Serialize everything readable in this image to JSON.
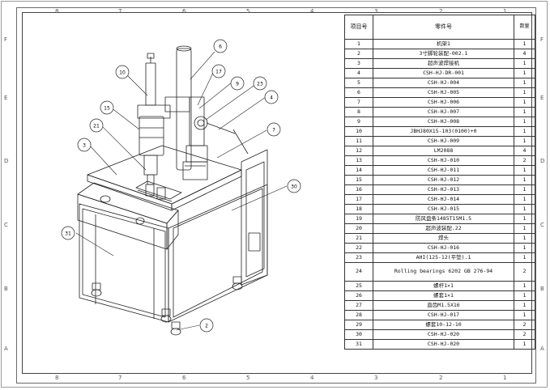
{
  "sheet": {
    "top_zones": [
      "8",
      "7",
      "6",
      "5",
      "4",
      "3",
      "2",
      "1"
    ],
    "bottom_zones": [
      "8",
      "7",
      "6",
      "5",
      "4",
      "3",
      "2",
      "1"
    ],
    "left_zones": [
      "F",
      "E",
      "D",
      "C",
      "B",
      "A"
    ],
    "right_zones": [
      "F",
      "E",
      "D",
      "C",
      "B",
      "A"
    ]
  },
  "parts_table": {
    "headers": {
      "item": "项目号",
      "part": "零件号",
      "qty": "数量"
    },
    "rows": [
      {
        "item": "1",
        "part": "机架1",
        "qty": "1"
      },
      {
        "item": "2",
        "part": "3寸脚轮装配-002.1",
        "qty": "4"
      },
      {
        "item": "3",
        "part": "超声波焊接机",
        "qty": "1"
      },
      {
        "item": "4",
        "part": "CSH-HJ-DR-001",
        "qty": "1"
      },
      {
        "item": "5",
        "part": "CSH-HJ-004",
        "qty": "1"
      },
      {
        "item": "6",
        "part": "CSH-HJ-005",
        "qty": "1"
      },
      {
        "item": "7",
        "part": "CSH-HJ-006",
        "qty": "1"
      },
      {
        "item": "8",
        "part": "CSH-HJ-007",
        "qty": "1"
      },
      {
        "item": "9",
        "part": "CSH-HJ-008",
        "qty": "1"
      },
      {
        "item": "10",
        "part": "JBHJ80X15-103(0100)+0",
        "qty": "1"
      },
      {
        "item": "11",
        "part": "CSH-HJ-009",
        "qty": "1"
      },
      {
        "item": "12",
        "part": "LM2088",
        "qty": "4"
      },
      {
        "item": "13",
        "part": "CSH-HJ-010",
        "qty": "2"
      },
      {
        "item": "14",
        "part": "CSH-HJ-011",
        "qty": "1"
      },
      {
        "item": "15",
        "part": "CSH-HJ-012",
        "qty": "1"
      },
      {
        "item": "16",
        "part": "CSH-HJ-013",
        "qty": "1"
      },
      {
        "item": "17",
        "part": "CSH-HJ-014",
        "qty": "1"
      },
      {
        "item": "18",
        "part": "CSH-HJ-015",
        "qty": "1"
      },
      {
        "item": "19",
        "part": "防风盘条1485T15M1.5",
        "qty": "1"
      },
      {
        "item": "20",
        "part": "超声波装配.22",
        "qty": "1"
      },
      {
        "item": "21",
        "part": "焊头",
        "qty": "1"
      },
      {
        "item": "22",
        "part": "CSH-HJ-016",
        "qty": "1"
      },
      {
        "item": "23",
        "part": "AHI(125-12(平垫).1",
        "qty": "1"
      },
      {
        "item": "24",
        "part": "Rolling bearings 6202 GB 276-94",
        "qty": "2",
        "tall": true
      },
      {
        "item": "25",
        "part": "螺杆1×1",
        "qty": "1"
      },
      {
        "item": "26",
        "part": "螺套1×1",
        "qty": "1"
      },
      {
        "item": "27",
        "part": "直齿M1.5X16",
        "qty": "1"
      },
      {
        "item": "28",
        "part": "CSH-HJ-017",
        "qty": "1"
      },
      {
        "item": "29",
        "part": "螺套10-12-10",
        "qty": "2"
      },
      {
        "item": "30",
        "part": "CSH-HJ-020",
        "qty": "2"
      },
      {
        "item": "31",
        "part": "CSH-HJ-020",
        "qty": "1"
      }
    ]
  },
  "callouts": [
    "6",
    "10",
    "17",
    "9",
    "23",
    "4",
    "15",
    "21",
    "7",
    "3",
    "30",
    "31",
    "2"
  ],
  "colors": {
    "line": "#222222",
    "frame": "#444444",
    "paper": "#ffffff"
  }
}
